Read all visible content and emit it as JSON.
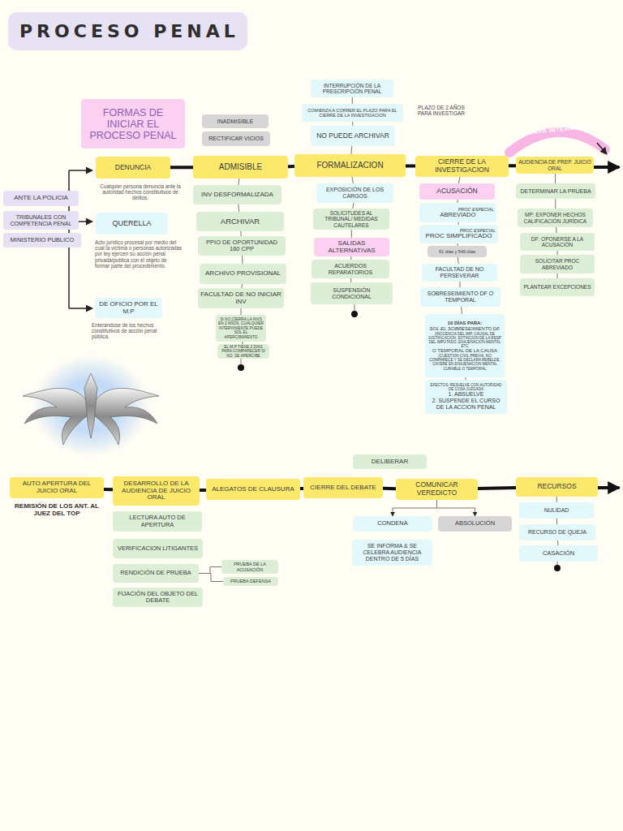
{
  "diagram": {
    "title": "PROCESO PENAL",
    "nodes": [
      {
        "text": [
          "FORMAS DE INICIAR EL PROCESO PENAL"
        ]
      },
      {
        "text": [
          "INADMISIBLE"
        ]
      },
      {
        "text": [
          "RECTIFICAR VICIOS"
        ]
      },
      {
        "text": [
          "INTERRUPCIÓN DE LA PRESCRIPCIÓN PENAL"
        ]
      },
      {
        "text": [
          "COMIENZA A CORRER EL PLAZO PARA EL CIERRE DE LA INVESTIGACION"
        ]
      },
      {
        "text": [
          "NO PUEDE ARCHIVAR"
        ]
      },
      {
        "text": [
          "DENUNCIA"
        ]
      },
      {
        "text": [
          "ADMISIBLE"
        ]
      },
      {
        "text": [
          "FORMALIZACION"
        ]
      },
      {
        "text": [
          "CIERRE DE LA INVESTIGACION"
        ]
      },
      {
        "text": [
          "AUDIENCIA DE PREP. JUICIO ORAL"
        ]
      },
      {
        "text": [
          "ANTE LA POLICIA"
        ]
      },
      {
        "text": [
          "TRIBUNALES CON COMPETENCIA PENAL"
        ]
      },
      {
        "text": [
          "MINISTERIO PUBLICO"
        ]
      },
      {
        "text": [
          "INV DESFORMALIZADA"
        ]
      },
      {
        "text": [
          "EXPOSICIÓN DE LOS CARGOS"
        ]
      },
      {
        "text": [
          "ACUSACIÓN"
        ]
      },
      {
        "text": [
          "DETERMINAR LA PRUEBA"
        ]
      },
      {
        "text": [
          "QUERELLA"
        ]
      },
      {
        "text": [
          "ARCHIVAR"
        ]
      },
      {
        "text": [
          "SOLICITUDES AL TRIBUNAL/ MEDIDAS CAUTELARES"
        ]
      },
      {
        "text": [
          "PROC ESPECIAL",
          "ABREVIADO"
        ]
      },
      {
        "text": [
          "MP: EXPONER HECHOS CALIFICACIÓN JURÍDICA"
        ]
      },
      {
        "text": [
          "PPIO DE OPORTUNIDAD 160 CPP"
        ]
      },
      {
        "text": [
          "SALIDAS ALTERNATIVAS"
        ]
      },
      {
        "text": [
          "PROC ESPECIAL",
          "PROC SIMPLIFICADO"
        ]
      },
      {
        "text": [
          "DF: OPONERSE A LA ACUSACIÓN"
        ]
      },
      {
        "text": [
          "61 días y 540 días"
        ]
      },
      {
        "text": [
          "SOLICITAR PROC ABREVIADO"
        ]
      },
      {
        "text": [
          "ACUERDOS REPARATORIOS"
        ]
      },
      {
        "text": [
          "ARCHIVO PROVISIONAL"
        ]
      },
      {
        "text": [
          "FACULTAD DE NO PERSEVERAR"
        ]
      },
      {
        "text": [
          "PLANTEAR EXCEPCIONES"
        ]
      },
      {
        "text": [
          "SUSPENSIÓN CONDICIONAL"
        ]
      },
      {
        "text": [
          "FACULTAD DE NO INICIAR INV"
        ]
      },
      {
        "text": [
          "DE OFICIO POR EL M.P"
        ]
      },
      {
        "text": [
          "SOBRESEIMIENTO DF O TEMPORAL"
        ]
      },
      {
        "text": [
          "SI NO CIERRA LA INVS EN 2 AÑOS, CUALQUIER INTERVINIENTE PUEDE SOL EL APERCIBIMIENTO"
        ]
      },
      {
        "text": [
          "EL M.P TIENE 2 DIAS PARA COMPARECER SI NO, SE APERCIBE"
        ]
      },
      {
        "text": [
          "10 DÍAS PARA:",
          "SOL EL SOBRESEIMIENTO DF.",
          "(INOCENCIA DEL IMP, CAUSAL DE JUSTIFICACION, EXTINCION DE LA RESP. DEL IMPUTADO, ENAJENACION MENTAL ETC",
          "O TEMPORAL DE LA CAUSA",
          "(CUESTION CIVIL PREVIA, NO COMPARECE Y SE DECLARA REBELDE, CAYERE EN ENAJENACION MENTAL CURABLE O TEMPORAL"
        ]
      },
      {
        "text": [
          "EFECTOS: RESUELVE CON AUTORIDAD DE COSA JUZGADA",
          "1. ABSUELVE",
          "2. SUSPENDE EL CURSO DE LA ACCION PENAL"
        ]
      },
      {
        "text": [
          "DELIBERAR"
        ]
      },
      {
        "text": [
          "AUTO APERTURA DEL JUICIO ORAL"
        ]
      },
      {
        "text": [
          "DESARROLLO DE LA AUDIENCIA DE JUICIO ORAL"
        ]
      },
      {
        "text": [
          "ALEGATOS DE CLAUSURA"
        ]
      },
      {
        "text": [
          "CIERRE DEL DEBATE"
        ]
      },
      {
        "text": [
          "COMUNICAR VEREDICTO"
        ]
      },
      {
        "text": [
          "RECURSOS"
        ]
      },
      {
        "text": [
          "NULIDAD"
        ]
      },
      {
        "text": [
          "LECTURA AUTO DE APERTURA"
        ]
      },
      {
        "text": [
          "CONDENA"
        ]
      },
      {
        "text": [
          "ABSOLUCIÓN"
        ]
      },
      {
        "text": [
          "RECURSO DE QUEJA"
        ]
      },
      {
        "text": [
          "VERIFICACION LITIGANTES"
        ]
      },
      {
        "text": [
          "CASACIÓN"
        ]
      },
      {
        "text": [
          "SE INFORMA & SE CELEBRA AUDIENCIA DENTRO DE 5 DÍAS"
        ]
      },
      {
        "text": [
          "RENDICIÓN DE PRUEBA"
        ]
      },
      {
        "text": [
          "PRUEBA DE LA ACUSACIÓN"
        ]
      },
      {
        "text": [
          "PRUEBA DEFENSA"
        ]
      },
      {
        "text": [
          "FIJACIÓN DEL OBJETO DEL DEBATE"
        ]
      }
    ],
    "edges": [
      {
        "from": 6,
        "to": 7,
        "arrow": "none"
      },
      {
        "from": 7,
        "to": 8,
        "arrow": "none"
      },
      {
        "from": 8,
        "to": 9,
        "arrow": "none"
      },
      {
        "from": 9,
        "to": 10,
        "arrow": "none"
      },
      {
        "from": 3,
        "to": 4,
        "arrow": "none"
      },
      {
        "from": 4,
        "to": 5,
        "arrow": "none"
      },
      {
        "from": 5,
        "to": 8,
        "arrow": "none"
      },
      {
        "from": 7,
        "to": 14,
        "arrow": "none"
      },
      {
        "from": 14,
        "to": 19,
        "arrow": "none"
      },
      {
        "from": 19,
        "to": 23,
        "arrow": "none"
      },
      {
        "from": 23,
        "to": 30,
        "arrow": "none"
      },
      {
        "from": 30,
        "to": 34,
        "arrow": "none"
      },
      {
        "from": 34,
        "to": 37,
        "arrow": "none"
      },
      {
        "from": 37,
        "to": 38,
        "arrow": "none"
      },
      {
        "from": 8,
        "to": 15,
        "arrow": "none"
      },
      {
        "from": 15,
        "to": 20,
        "arrow": "none"
      },
      {
        "from": 20,
        "to": 24,
        "arrow": "none"
      },
      {
        "from": 24,
        "to": 29,
        "arrow": "none"
      },
      {
        "from": 29,
        "to": 33,
        "arrow": "none"
      },
      {
        "from": 9,
        "to": 16,
        "arrow": "none"
      },
      {
        "from": 16,
        "to": 21,
        "arrow": "none"
      },
      {
        "from": 21,
        "to": 25,
        "arrow": "none"
      },
      {
        "from": 25,
        "to": 27,
        "arrow": "none"
      },
      {
        "from": 27,
        "to": 31,
        "arrow": "none"
      },
      {
        "from": 31,
        "to": 36,
        "arrow": "none"
      },
      {
        "from": 36,
        "to": 39,
        "arrow": "none"
      },
      {
        "from": 39,
        "to": 40,
        "arrow": "none"
      },
      {
        "from": 10,
        "to": 17,
        "arrow": "none"
      },
      {
        "from": 17,
        "to": 22,
        "arrow": "none"
      },
      {
        "from": 22,
        "to": 26,
        "arrow": "none"
      },
      {
        "from": 26,
        "to": 28,
        "arrow": "none"
      },
      {
        "from": 28,
        "to": 32,
        "arrow": "none"
      },
      {
        "from": 42,
        "to": 43,
        "arrow": "none"
      },
      {
        "from": 43,
        "to": 44,
        "arrow": "none"
      },
      {
        "from": 44,
        "to": 45,
        "arrow": "none"
      },
      {
        "from": 45,
        "to": 46,
        "arrow": "none"
      },
      {
        "from": 46,
        "to": 47,
        "arrow": "none"
      },
      {
        "from": 46,
        "to": 50,
        "arrow": "to"
      },
      {
        "from": 46,
        "to": 51,
        "arrow": "to"
      },
      {
        "from": 47,
        "to": 48,
        "arrow": "none"
      },
      {
        "from": 48,
        "to": 52,
        "arrow": "none"
      },
      {
        "from": 52,
        "to": 54,
        "arrow": "none"
      },
      {
        "from": 56,
        "to": 57,
        "arrow": "none"
      },
      {
        "from": 56,
        "to": 58,
        "arrow": "none"
      }
    ],
    "labels": [
      "PLAZO DE 2 AÑOS PARA INVESTIGAR",
      "ETAPA INTERMEDIA",
      "Cualquier persona denuncia ante la autoridad hechos constitutivos de delitos.",
      "Acto jurídico procesal por medio del cual la víctima o personas autorizadas por ley ejercen su acción penal privada/publica con el objeto de formar parte del procedimiento.",
      "Enterandose de los hechos constitutivos de acción penal pública.",
      "REMISIÓN DE LOS ANT. AL JUEZ DEL TOP"
    ]
  }
}
